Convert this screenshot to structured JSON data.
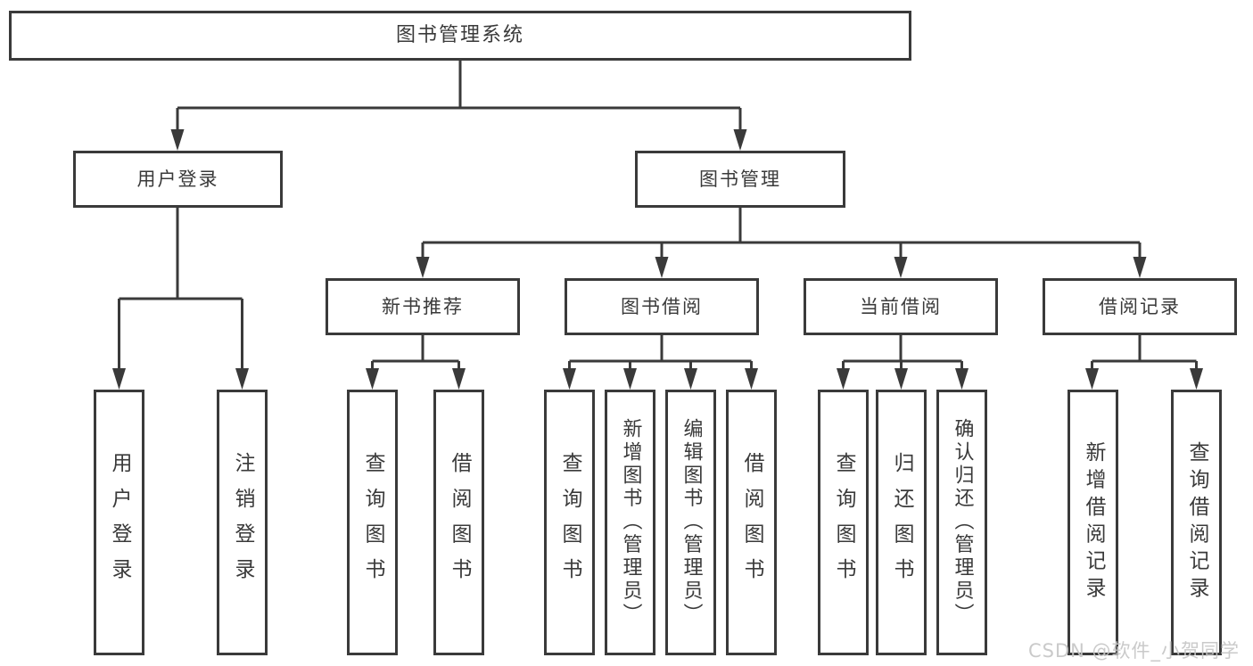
{
  "tree": {
    "root": "图书管理系统",
    "branches": [
      {
        "label": "用户登录",
        "children": [
          "用户登录",
          "注销登录"
        ]
      },
      {
        "label": "图书管理",
        "sections": [
          {
            "label": "新书推荐",
            "children": [
              "查询图书",
              "借阅图书"
            ]
          },
          {
            "label": "图书借阅",
            "children": [
              "查询图书",
              "新增图书（管理员）",
              "编辑图书（管理员）",
              "借阅图书"
            ]
          },
          {
            "label": "当前借阅",
            "children": [
              "查询图书",
              "归还图书",
              "确认归还（管理员）"
            ]
          },
          {
            "label": "借阅记录",
            "children": [
              "新增借阅记录",
              "查询借阅记录"
            ]
          }
        ]
      }
    ]
  },
  "watermark": "CSDN @软件_小贺同学",
  "colors": {
    "line": "#3a3a3a",
    "text": "#3a3a3a",
    "watermark": "#c6c6c6",
    "background": "#ffffff"
  }
}
